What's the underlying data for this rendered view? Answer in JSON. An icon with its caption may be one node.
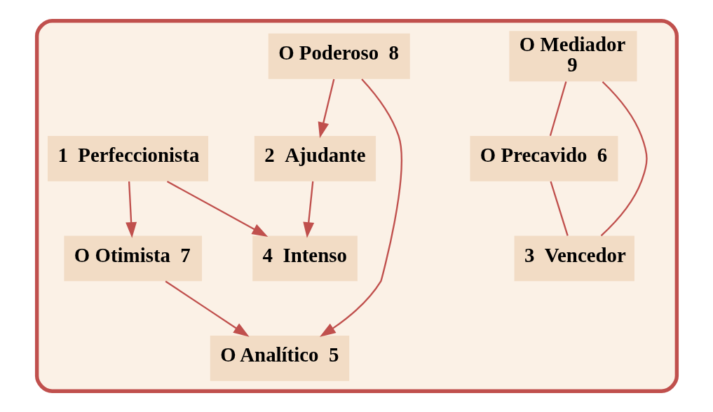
{
  "diagram": {
    "nodes": [
      {
        "text": [],
        "shape": "box"
      },
      {
        "text": [
          "O Mediador",
          "9"
        ],
        "in": 0
      },
      {
        "text": [
          "O Poderoso  8"
        ],
        "in": 0
      },
      {
        "text": [
          "1  Perfeccionista"
        ],
        "in": 0
      },
      {
        "text": [
          "O Otimista  7"
        ],
        "in": 0
      },
      {
        "text": [
          "2  Ajudante"
        ],
        "in": 0
      },
      {
        "text": [
          "O Precavido  6"
        ],
        "in": 0
      },
      {
        "text": [
          "3  Vencedor"
        ],
        "in": 0
      },
      {
        "text": [
          "O Analítico  5"
        ],
        "in": 0
      },
      {
        "text": [
          "4  Intenso"
        ],
        "in": 0
      }
    ],
    "edges": [
      {
        "from": 1,
        "to": 7,
        "arrow": "none"
      },
      {
        "from": 1,
        "to": 6,
        "arrow": "none"
      },
      {
        "from": 6,
        "to": 7,
        "arrow": "none"
      },
      {
        "from": 2,
        "to": 5,
        "arrow": "to"
      },
      {
        "from": 3,
        "to": 4,
        "arrow": "to"
      },
      {
        "from": 3,
        "to": 9,
        "arrow": "to"
      },
      {
        "from": 5,
        "to": 9,
        "arrow": "to"
      },
      {
        "from": 4,
        "to": 8,
        "arrow": "to"
      },
      {
        "from": 2,
        "to": 8,
        "arrow": "to"
      }
    ]
  }
}
